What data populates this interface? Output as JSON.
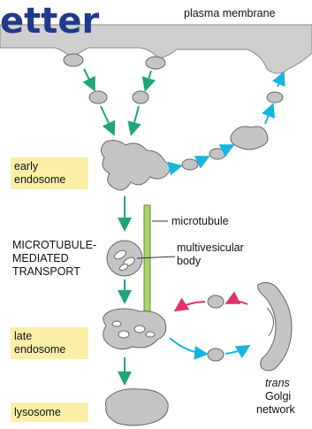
{
  "title_fragment": "etter",
  "labels": {
    "plasma_membrane": "plasma membrane",
    "early_endosome": [
      "early",
      "endosome"
    ],
    "microtubule": "microtubule",
    "multivesicular_body": [
      "multivesicular",
      "body"
    ],
    "microtubule_transport": [
      "MICROTUBULE-",
      "MEDIATED",
      "TRANSPORT"
    ],
    "late_endosome": [
      "late",
      "endosome"
    ],
    "trans_golgi": [
      "trans",
      "Golgi",
      "network"
    ],
    "lysosome": "lysosome"
  },
  "colors": {
    "membrane": "#cfcfcf",
    "vesicle": "#c4c4c4",
    "outline": "#666666",
    "green_arrow": "#1fa57a",
    "cyan_arrow": "#1ab3e0",
    "magenta_arrow": "#e0336b",
    "microtubule": "#a8d36b",
    "label_box": "#fbefa8",
    "title": "#1f3a8a"
  }
}
